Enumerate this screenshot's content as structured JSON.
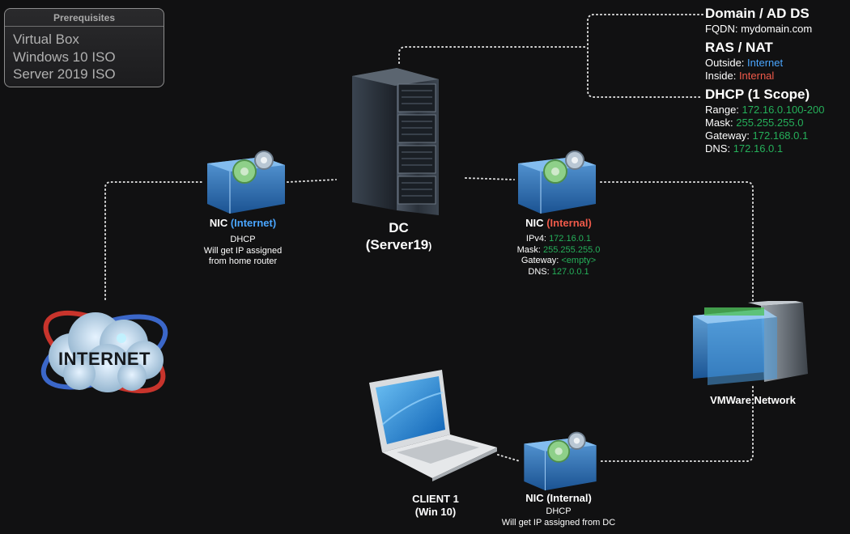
{
  "prerequisites": {
    "title": "Prerequisites",
    "items": [
      "Virtual Box",
      "Windows 10 ISO",
      "Server 2019 ISO"
    ]
  },
  "dc_services": {
    "domain": {
      "heading": "Domain / AD DS",
      "fqdn_label": "FQDN:",
      "fqdn_value": "mydomain.com"
    },
    "ras_nat": {
      "heading": "RAS / NAT",
      "outside_label": "Outside:",
      "outside_value": "Internet",
      "inside_label": "Inside:",
      "inside_value": "Internal"
    },
    "dhcp": {
      "heading": "DHCP (1 Scope)",
      "range_label": "Range:",
      "range_value": "172.16.0.100-200",
      "mask_label": "Mask:",
      "mask_value": "255.255.255.0",
      "gateway_label": "Gateway:",
      "gateway_value": "172.168.0.1",
      "dns_label": "DNS:",
      "dns_value": "172.16.0.1"
    }
  },
  "dc": {
    "name": "DC",
    "subtitle": "(Server19",
    "subtitle_close": ")"
  },
  "nic_external": {
    "title": "NIC",
    "tag": "(Internet)",
    "lines": [
      "DHCP",
      "Will get IP assigned",
      "from home router"
    ]
  },
  "nic_internal_dc": {
    "title": "NIC",
    "tag": "(Internal)",
    "ipv4_label": "IPv4:",
    "ipv4_value": "172.16.0.1",
    "mask_label": "Mask:",
    "mask_value": "255.255.255.0",
    "gateway_label": "Gateway:",
    "gateway_value": "<empty>",
    "dns_label": "DNS:",
    "dns_value": "127.0.0.1"
  },
  "internet": {
    "label": "INTERNET"
  },
  "vmware": {
    "label": "VMWare Network"
  },
  "client": {
    "name": "CLIENT 1",
    "os": "(Win 10)"
  },
  "nic_client": {
    "title": "NIC (Internal)",
    "lines": [
      "DHCP",
      "Will get IP assigned from DC"
    ]
  },
  "colors": {
    "background": "#111112",
    "green": "#25b05a",
    "blue": "#4aa6ff",
    "red": "#f05a4a"
  },
  "icons": [
    "server-rack-icon",
    "network-card-icon",
    "internet-cloud-icon",
    "vmware-network-icon",
    "laptop-icon"
  ]
}
